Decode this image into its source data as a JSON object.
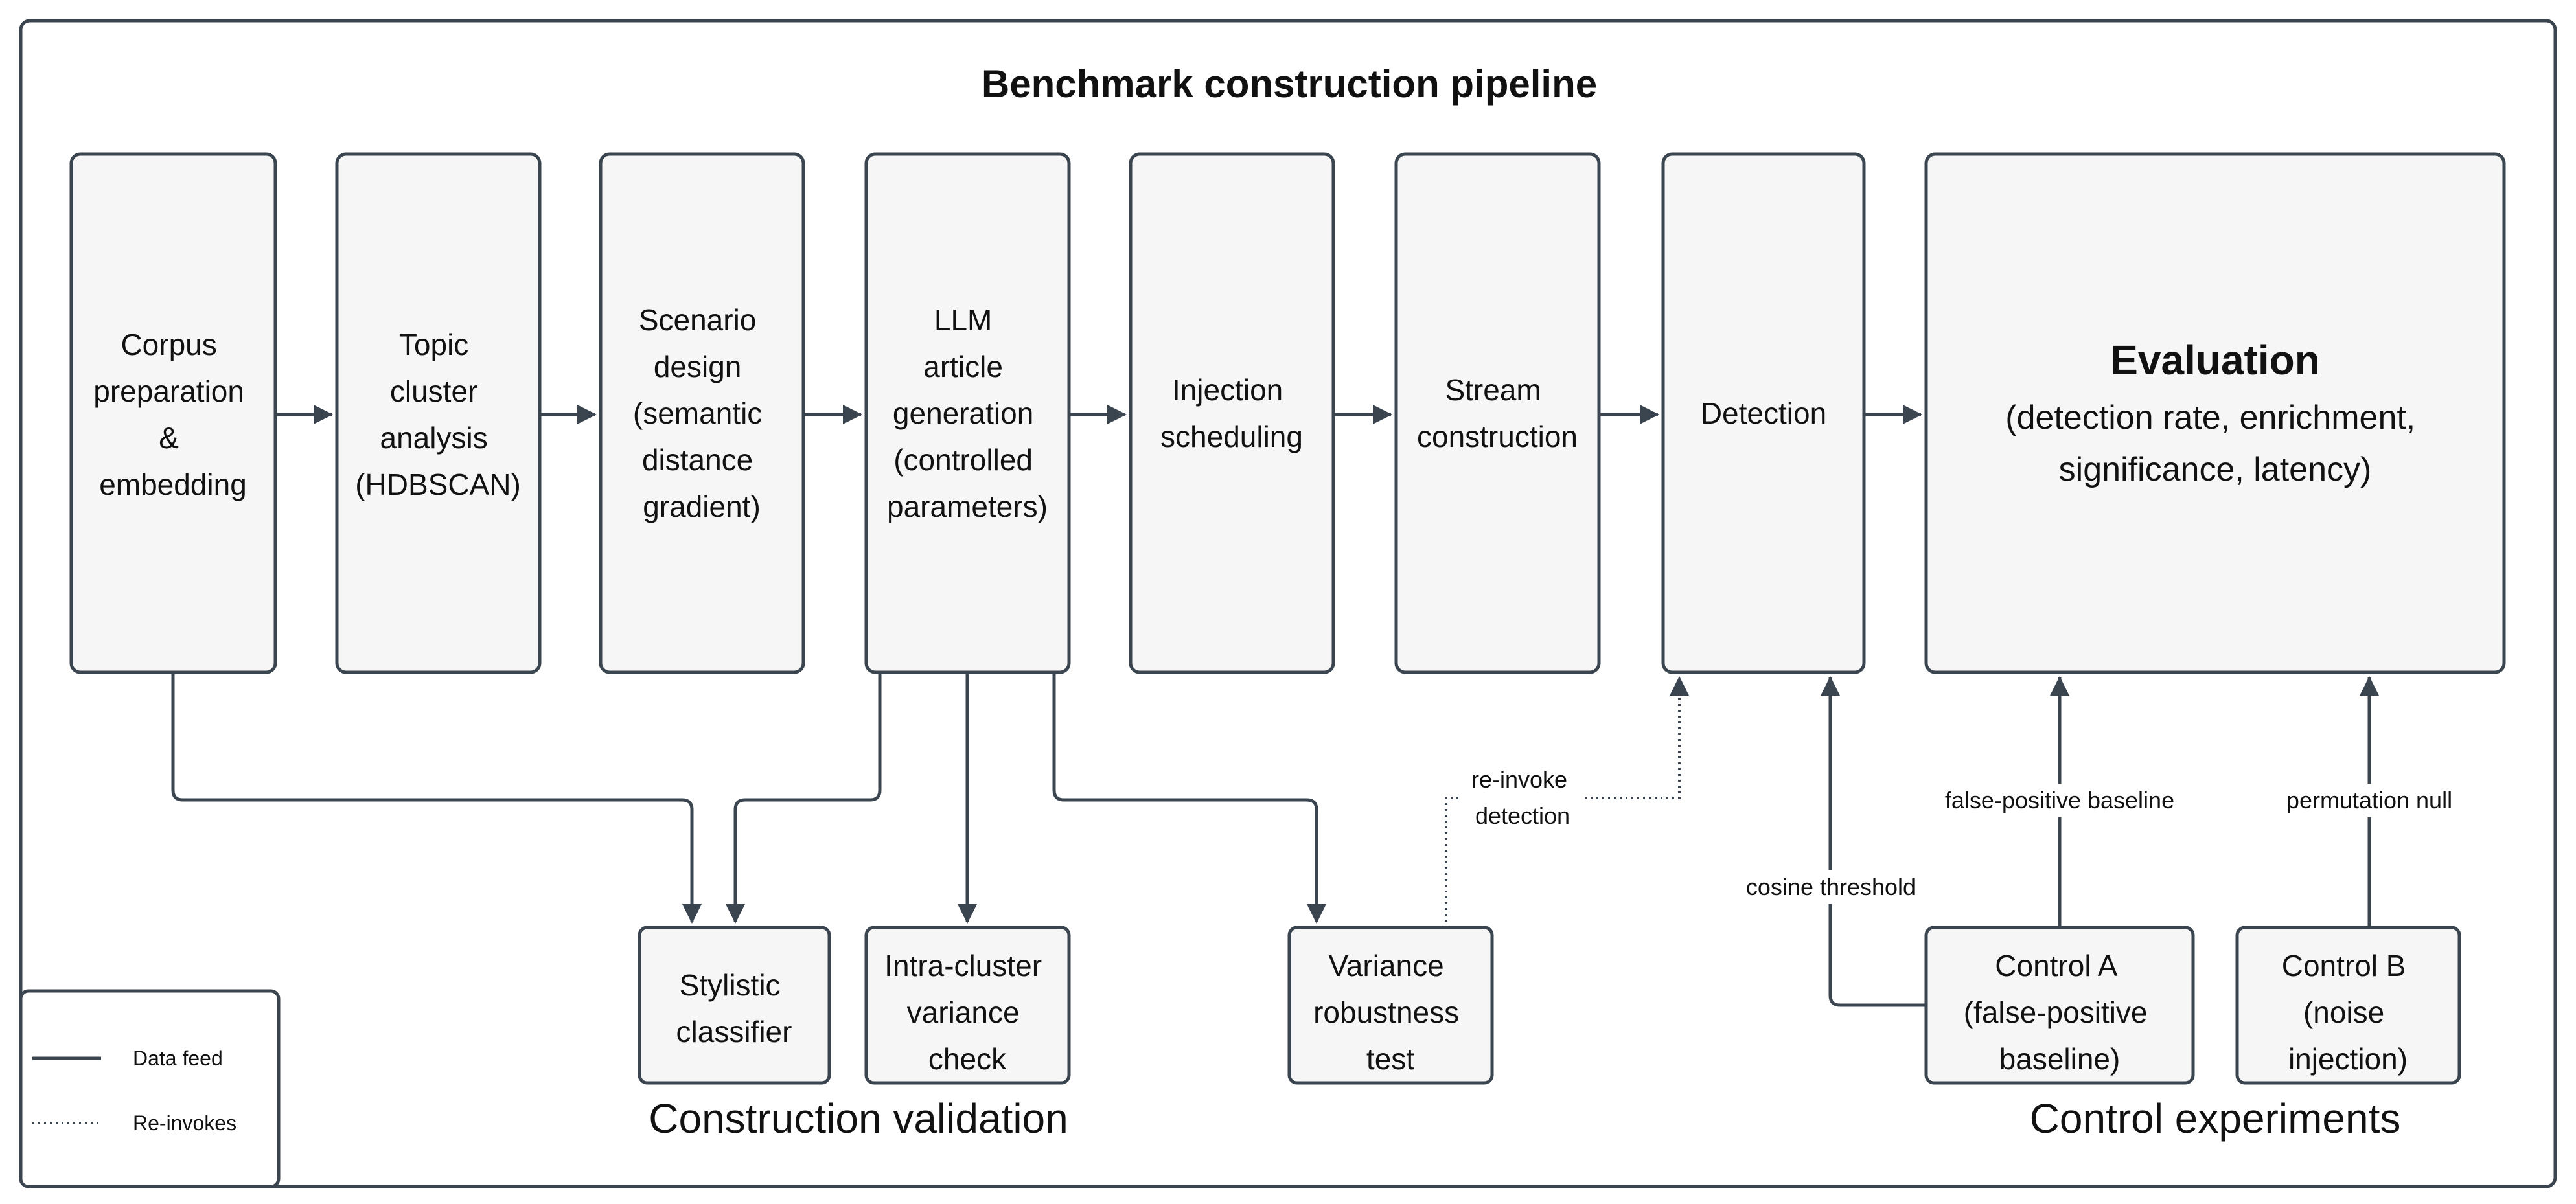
{
  "title": "Benchmark construction pipeline",
  "pipeline": [
    {
      "lines": [
        "Corpus",
        "preparation",
        "&",
        "embedding"
      ]
    },
    {
      "lines": [
        "Topic",
        "cluster",
        "analysis",
        "(HDBSCAN)"
      ]
    },
    {
      "lines": [
        "Scenario",
        "design",
        "(semantic",
        "distance",
        "gradient)"
      ]
    },
    {
      "lines": [
        "LLM",
        "article",
        "generation",
        "(controlled",
        "parameters)"
      ]
    },
    {
      "lines": [
        "Injection",
        "scheduling"
      ]
    },
    {
      "lines": [
        "Stream",
        "construction"
      ]
    },
    {
      "lines": [
        "Detection"
      ]
    }
  ],
  "evaluation": {
    "title": "Evaluation",
    "lines": [
      "(detection rate, enrichment,",
      "significance, latency)"
    ]
  },
  "validation": {
    "label": "Construction validation",
    "stylistic": {
      "lines": [
        "Stylistic",
        "classifier"
      ]
    },
    "intra_cluster": {
      "lines": [
        "Intra-cluster",
        "variance",
        "check"
      ]
    },
    "variance_robustness": {
      "lines": [
        "Variance",
        "robustness",
        "test"
      ]
    }
  },
  "controls": {
    "label": "Control experiments",
    "control_a": {
      "lines": [
        "Control A",
        "(false-positive",
        "baseline)"
      ]
    },
    "control_b": {
      "lines": [
        "Control B",
        "(noise",
        "injection)"
      ]
    }
  },
  "edge_labels": {
    "reinvoke": [
      "re-invoke",
      "detection"
    ],
    "cosine": "cosine threshold",
    "false_positive": "false-positive baseline",
    "permutation": "permutation null"
  },
  "legend": {
    "data_feed": "Data feed",
    "reinvokes": "Re-invokes"
  }
}
